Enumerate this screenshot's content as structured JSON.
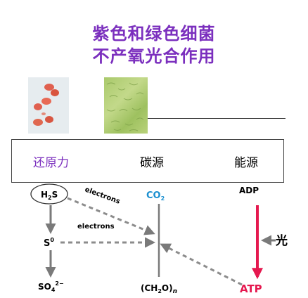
{
  "title": {
    "line1": "紫色和绿色细菌",
    "line2": "不产氧光合作用"
  },
  "photos": {
    "purple": "purple-bacteria-photo",
    "green": "green-bacteria-photo"
  },
  "header": {
    "reducing_power": "还原力",
    "carbon_source": "碳源",
    "energy_source": "能源"
  },
  "diagram": {
    "h2s": {
      "base": "H",
      "sub": "2",
      "rest": "S"
    },
    "s0": {
      "base": "S",
      "sup": "0"
    },
    "so4": {
      "base": "SO",
      "sub": "4",
      "sup": "2−"
    },
    "co2": {
      "base": "CO",
      "sub": "2"
    },
    "ch2o": {
      "open": "(CH",
      "sub": "2",
      "close": "O)",
      "n": "n"
    },
    "adp": "ADP",
    "atp": "ATP",
    "light": "光",
    "electrons_1": "electrons",
    "electrons_2": "electrons",
    "colors": {
      "co2": "#1a8fd0",
      "atp": "#e5194f",
      "title": "#7b2fbe",
      "dashed": "#8c8c8c",
      "arrow_gray": "#7a7a7a"
    }
  }
}
